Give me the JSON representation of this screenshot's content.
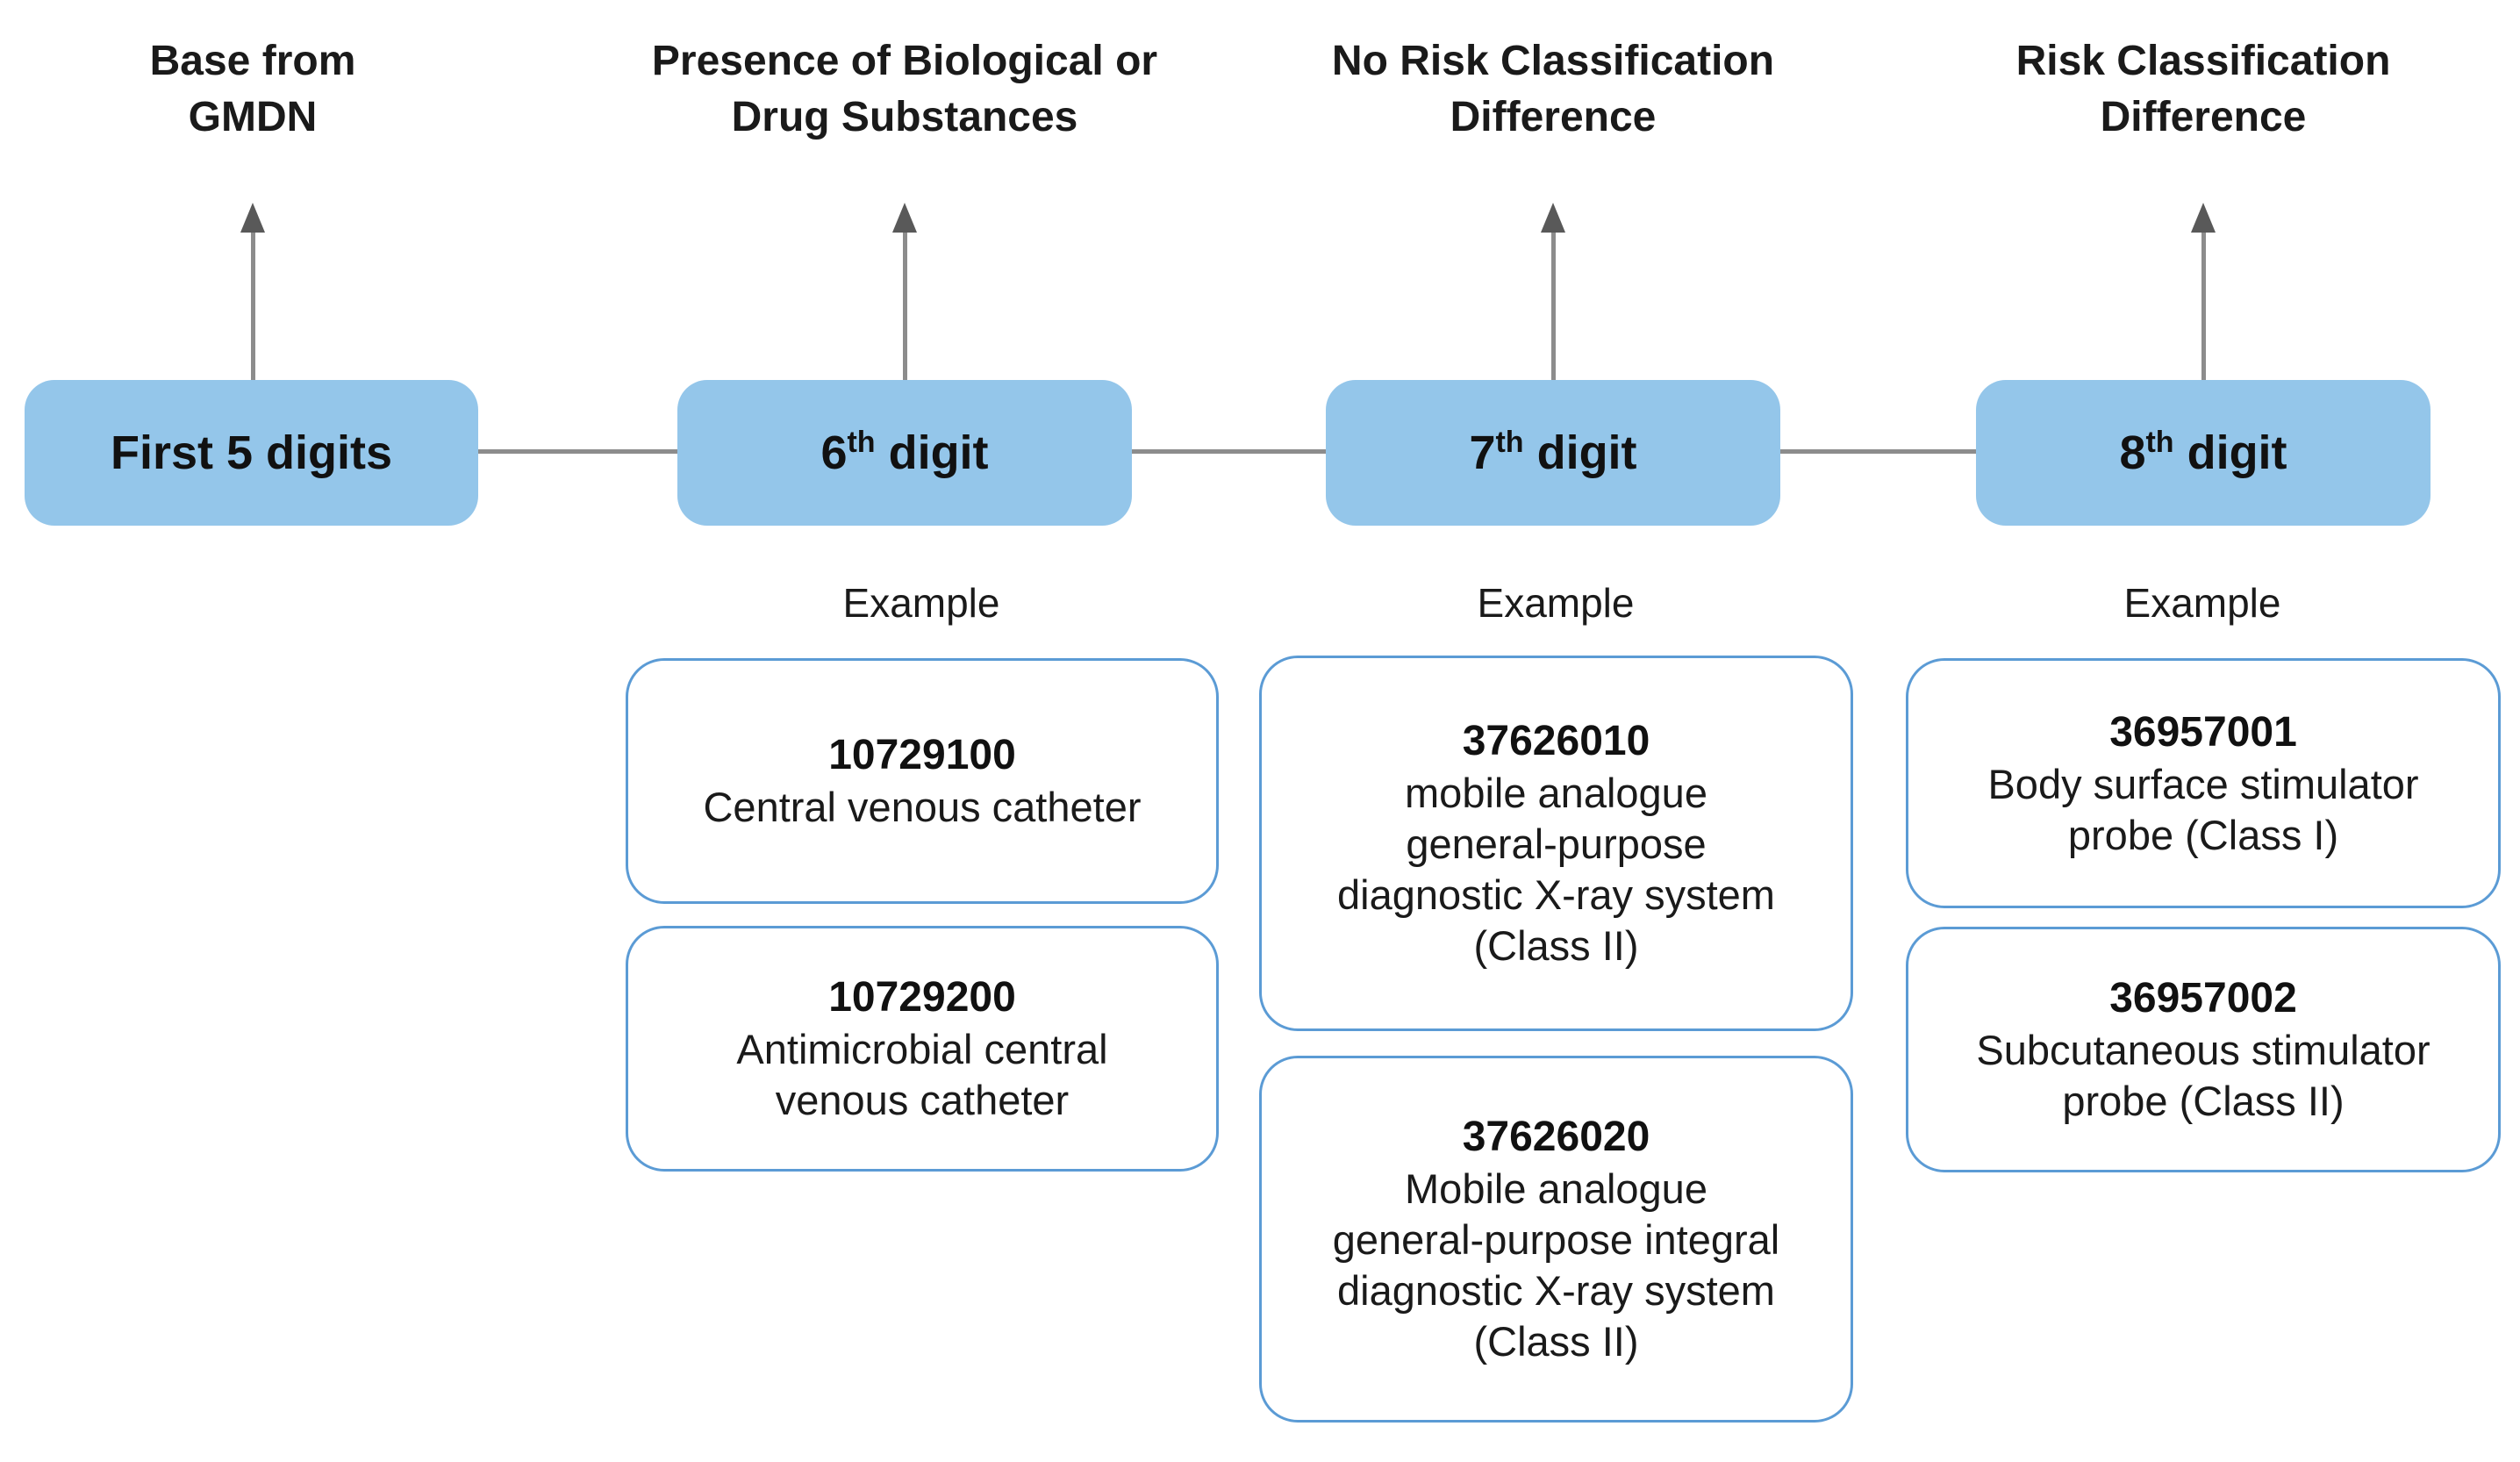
{
  "diagram": {
    "title_implicit": "8-digit device code structure",
    "colors": {
      "node_fill": "#94C6EA",
      "example_card_border": "#5B9BD5",
      "connector_line": "#8C8C8C",
      "arrowhead": "#595959",
      "text": "#1A1A1A",
      "background": "#FFFFFF"
    },
    "columns": [
      {
        "top_label": "Base from\nGMDN",
        "node": {
          "main": "First 5 digits",
          "sup": "",
          "tail": ""
        },
        "example_label": "",
        "examples": []
      },
      {
        "top_label": "Presence of Biological or\nDrug Substances",
        "node": {
          "main": "6",
          "sup": "th",
          "tail": " digit"
        },
        "example_label": "Example",
        "examples": [
          {
            "code": "10729100",
            "description": "Central venous catheter"
          },
          {
            "code": "10729200",
            "description": "Antimicrobial central\nvenous catheter"
          }
        ]
      },
      {
        "top_label": "No Risk Classification\nDifference",
        "node": {
          "main": "7",
          "sup": "th",
          "tail": " digit"
        },
        "example_label": "Example",
        "examples": [
          {
            "code": "37626010",
            "description": "mobile analogue\ngeneral-purpose\ndiagnostic X-ray system\n(Class II)"
          },
          {
            "code": "37626020",
            "description": "Mobile analogue\ngeneral-purpose integral\ndiagnostic X-ray system\n(Class II)"
          }
        ]
      },
      {
        "top_label": "Risk Classification\nDifference",
        "node": {
          "main": "8",
          "sup": "th",
          "tail": " digit"
        },
        "example_label": "Example",
        "examples": [
          {
            "code": "36957001",
            "description": "Body surface stimulator\nprobe (Class I)"
          },
          {
            "code": "36957002",
            "description": "Subcutaneous stimulator\nprobe (Class II)"
          }
        ]
      }
    ]
  }
}
